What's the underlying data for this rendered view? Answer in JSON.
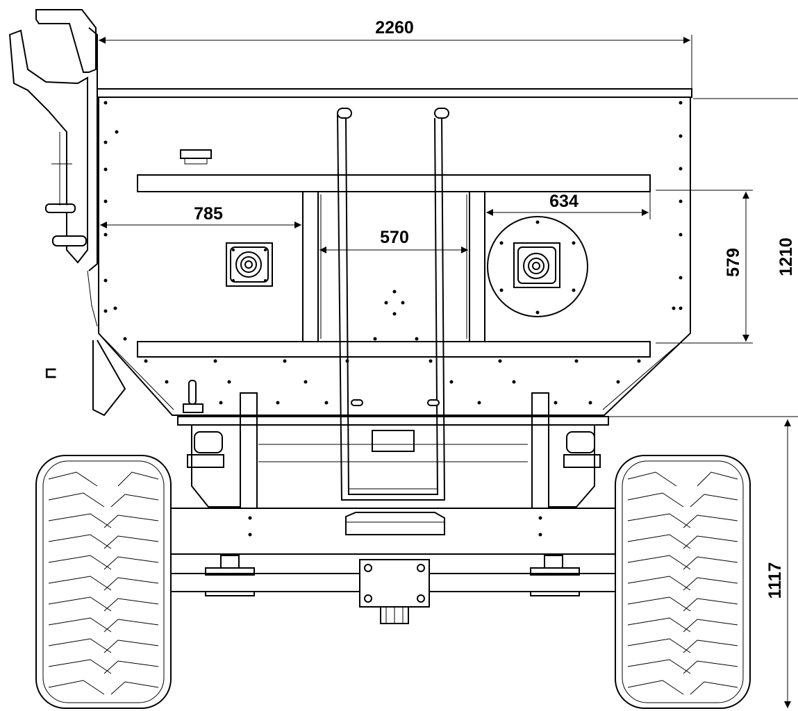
{
  "drawing": {
    "dimensions": {
      "overall_width": "2260",
      "left_section": "785",
      "frame_gap": "570",
      "right_section": "634",
      "beam_spacing": "579",
      "body_height": "1210",
      "ground_clearance": "1117"
    },
    "margin_mark": "⊏"
  },
  "colors": {
    "line": "#000000",
    "background": "#ffffff"
  }
}
